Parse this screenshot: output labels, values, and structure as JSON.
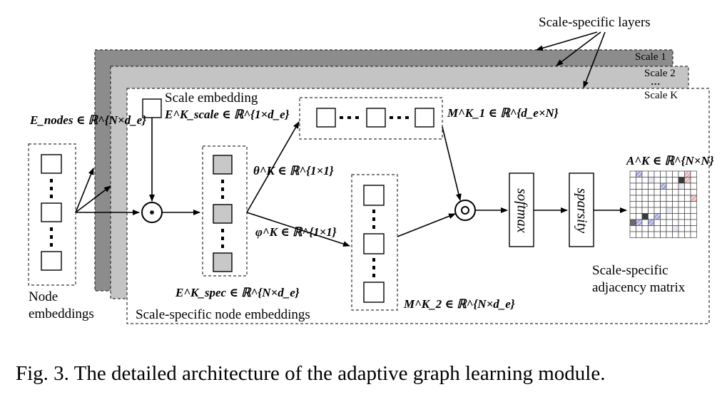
{
  "layers": {
    "callout": "Scale-specific layers",
    "scale_1": "Scale 1",
    "scale_2": "Scale 2",
    "dots": "...",
    "scale_k": "Scale K"
  },
  "labels": {
    "e_nodes": "E_nodes ∈ ℝ^{N×d_e}",
    "node_embeddings": "Node embeddings",
    "scale_embedding": "Scale embedding",
    "e_scale": "E^K_scale ∈ ℝ^{1×d_e}",
    "e_spec": "E^K_spec ∈ ℝ^{N×d_e}",
    "scale_specific_node_embeddings": "Scale-specific node embeddings",
    "theta": "θ^K ∈ ℝ^{1×1}",
    "phi": "φ^K ∈ ℝ^{1×1}",
    "m1": "M^K_1 ∈ ℝ^{d_e×N}",
    "m2": "M^K_2 ∈ ℝ^{N×d_e}",
    "softmax": "softmax",
    "sparsity": "sparsity",
    "a_k": "A^K ∈ ℝ^{N×N}",
    "adjacency": "Scale-specific adjacency matrix"
  },
  "caption": "Fig. 3.  The detailed architecture of the adaptive graph learning module.",
  "colors": {
    "layer_1": "#8c8c8c",
    "layer_2": "#c4c4c4",
    "spec_cells": "#c8c8c8",
    "matrix_dark": "#3a3a3a",
    "matrix_blue": "#8c8fd6",
    "matrix_red": "#d88c8c"
  }
}
